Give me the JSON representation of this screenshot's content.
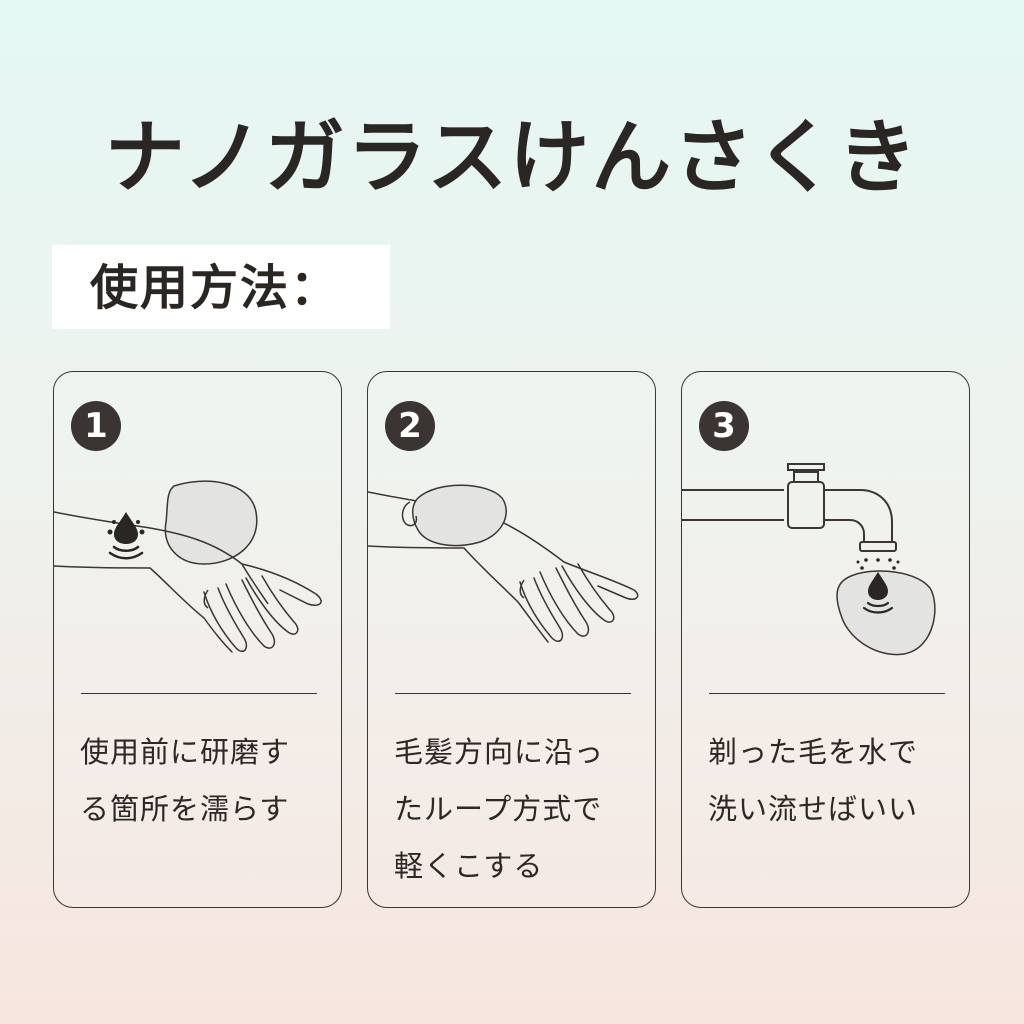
{
  "title": "ナノガラスけんさくき",
  "subtitle": "使用方法：",
  "steps": [
    {
      "number": "1",
      "lines": [
        "使用前に研磨す",
        "る箇所を濡らす"
      ]
    },
    {
      "number": "2",
      "lines": [
        "毛髪方向に沿っ",
        "たループ方式で",
        "軽くこする"
      ]
    },
    {
      "number": "3",
      "lines": [
        "剃った毛を水で",
        "洗い流せばいい"
      ]
    }
  ],
  "icons": [
    "water-drop-icon",
    "glass-stone-icon",
    "faucet-icon"
  ],
  "colors": {
    "text": "#2a2624",
    "stone_fill": "#e3e3e1",
    "badge": "#3a3432"
  }
}
